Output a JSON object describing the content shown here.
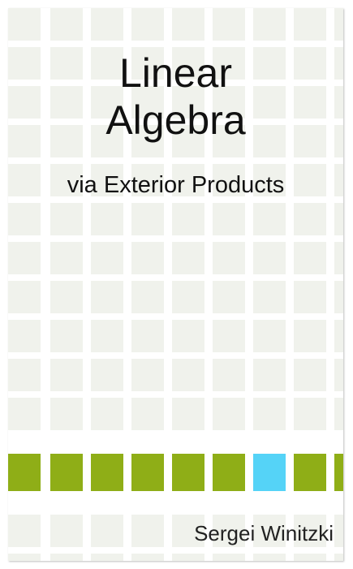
{
  "book": {
    "title_line1": "Linear",
    "title_line2": "Algebra",
    "subtitle": "via Exterior Products",
    "author": "Sergei Winitzki"
  },
  "colors": {
    "grid_tile": "#f0f2ec",
    "accent_green": "#8fae17",
    "accent_blue": "#55d3f7",
    "text": "#111111"
  }
}
